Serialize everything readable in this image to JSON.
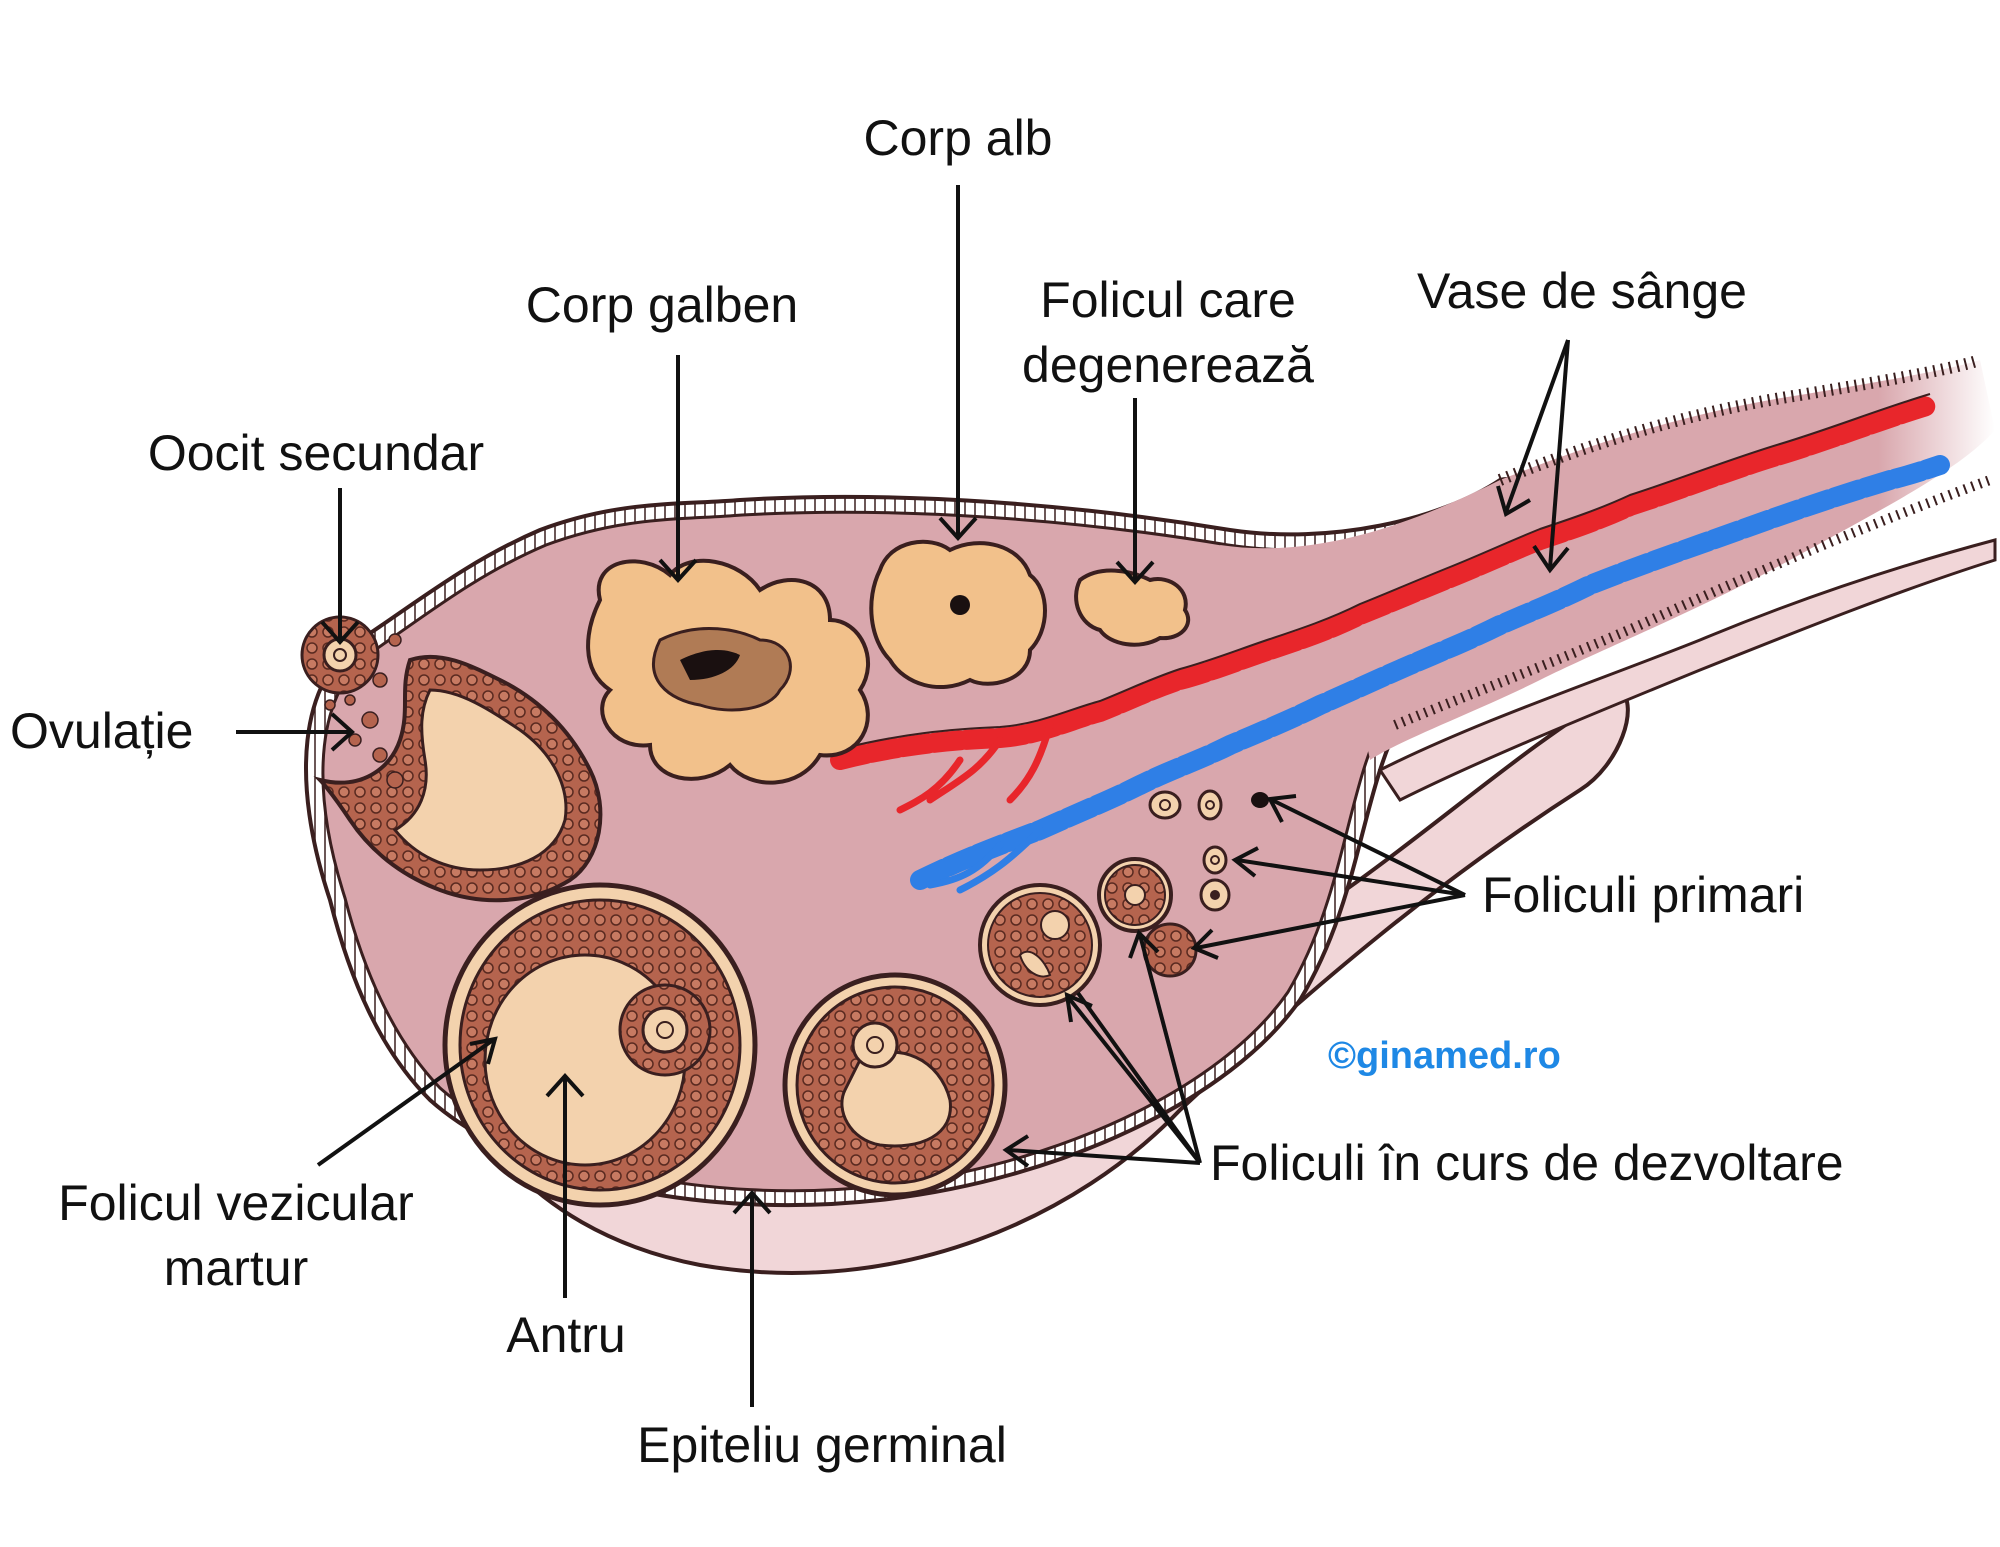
{
  "labels": {
    "corp_alb": "Corp alb",
    "corp_galben": "Corp galben",
    "folicul_degenerare_1": "Folicul care",
    "folicul_degenerare_2": "degenerează",
    "vase_sange": "Vase de sânge",
    "oocit_secundar": "Oocit secundar",
    "ovulatie": "Ovulație",
    "foliculi_primari": "Foliculi primari",
    "foliculi_dezvoltare": "Foliculi în curs de dezvoltare",
    "folicul_vezicular_1": "Folicul vezicular",
    "folicul_vezicular_2": "martur",
    "antru": "Antru",
    "epiteliu_germinal": "Epiteliu germinal"
  },
  "watermark": "©ginamed.ro",
  "colors": {
    "stroma": "#d9a7ad",
    "tunica": "#f1d6d8",
    "follicle_cells": "#b5644e",
    "antrum": "#f3d2ad",
    "corpus": "#f2c18b",
    "artery": "#e8262b",
    "vein": "#2f7fe6",
    "watermark": "#1e88e5"
  }
}
